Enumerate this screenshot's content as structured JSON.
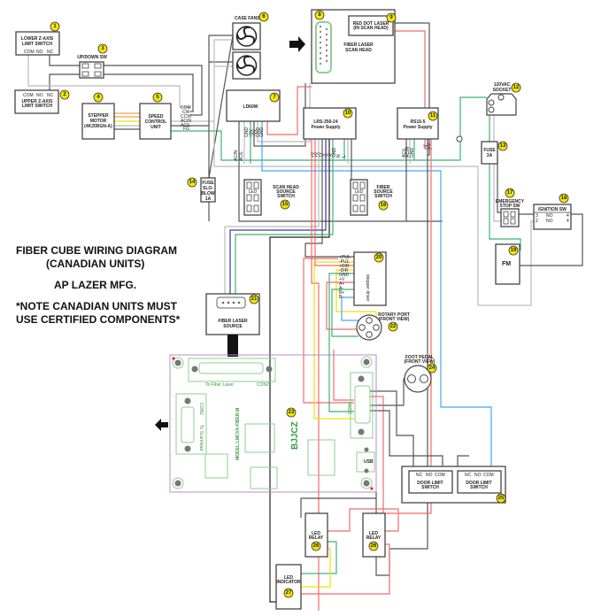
{
  "title": {
    "line1": "FIBER CUBE WIRING DIAGRAM",
    "line2": "(CANADIAN UNITS)",
    "line3": "AP LAZER MFG.",
    "line4": "*NOTE CANADIAN UNITS MUST",
    "line5": "USE CERTIFIED COMPONENTS*"
  },
  "components": {
    "lower_limit": {
      "badge": "1",
      "line1": "LOWER Z-AXIS",
      "line2": "LIMIT SWITCH",
      "pins": [
        "COM",
        "NO",
        "NC"
      ]
    },
    "upper_limit": {
      "badge": "2",
      "line1": "UPPER Z-AXIS",
      "line2": "LIMIT SWITCH",
      "pins": [
        "COM",
        "NO",
        "NC"
      ]
    },
    "updown_sw": {
      "badge": "3",
      "label": "UP/DOWN SW"
    },
    "stepper": {
      "badge": "4",
      "line1": "STEPPER",
      "line2": "MOTOR",
      "line3": "(4K25RGN-A)"
    },
    "speed_control": {
      "badge": "5",
      "line1": "SPEED",
      "line2": "CONTROL",
      "line3": "UNIT",
      "pins": [
        "COM",
        "CW",
        "CCW",
        "AC/N",
        "AC/L",
        "FG"
      ]
    },
    "case_fans": {
      "badge": "6",
      "label": "CASE FANS"
    },
    "ld60w": {
      "badge": "7",
      "label": "LD60W",
      "pins": [
        "AC/N",
        "AC/L",
        "GND",
        "+5V",
        "+5V",
        "GND",
        "GND"
      ]
    },
    "scan_head": {
      "badge": "8",
      "line1": "FIBER LASER",
      "line2": "SCAN HEAD"
    },
    "red_dot": {
      "badge": "9",
      "line1": "RED DOT LASER",
      "line2": "(IN SCAN HEAD)"
    },
    "lrs": {
      "badge": "10",
      "line1": "LRS-350-24",
      "line2": "Power Supply",
      "pins": [
        "+V",
        "+V",
        "+V",
        "-V",
        "-V",
        "-V",
        "GND",
        "N",
        "L"
      ]
    },
    "rs15": {
      "badge": "11",
      "line1": "RS15-5",
      "line2": "Power Supply",
      "pins": [
        "AC/L",
        "AC/N",
        "GND",
        "-V",
        "+V"
      ]
    },
    "socket": {
      "badge": "12",
      "line1": "120VAC",
      "line2": "SOCKET"
    },
    "fuse3a": {
      "badge": "13",
      "line1": "FUSE",
      "line2": "3A"
    },
    "fuse1a": {
      "badge": "14",
      "line1": "FUSE",
      "line2": "SLO-",
      "line3": "BLOW",
      "line4": "1A"
    },
    "scan_switch": {
      "badge": "15",
      "led": "LED",
      "line1": "SCAN HEAD",
      "line2": "SOURCE",
      "line3": "SWITCH"
    },
    "fiber_switch": {
      "badge": "16",
      "led": "LED",
      "line1": "FIBER",
      "line2": "SOURCE",
      "line3": "SWITCH"
    },
    "estop": {
      "badge": "17",
      "line1": "EMERGENCY",
      "line2": "STOP SW"
    },
    "ignition": {
      "badge": "18",
      "label": "IGNITION SW",
      "row1": [
        "3",
        "NO",
        "4"
      ],
      "row2": [
        "2",
        "NO",
        "4"
      ]
    },
    "fm": {
      "badge": "19",
      "label": "FM"
    },
    "driver": {
      "badge": "20",
      "label": "stepper driver",
      "pins": [
        "+PUL",
        "-PUL",
        "+DIR",
        "-DIR",
        "GND",
        "+V",
        "A+",
        "A-",
        "B+",
        "B-"
      ]
    },
    "laser_source": {
      "badge": "21",
      "line1": "FIBER LASER",
      "line2": "SOURCE"
    },
    "rotary": {
      "badge": "22",
      "line1": "ROTARY PORT",
      "line2": "(FRONT VIEW)"
    },
    "board": {
      "badge": "23",
      "brand": "BJJCZ",
      "con2": "CON2",
      "to_fiber": "To Fiber Laser",
      "con1": "CON1",
      "to_scan": "To Scanhead",
      "con4": "CON4",
      "usb": "USB",
      "model": "MODEL:LMCV4-FIBER-M"
    },
    "foot_pedal": {
      "badge": "24",
      "line1": "FOOT PEDAL",
      "line2": "(FRONT VIEW)"
    },
    "door": {
      "badge": "25",
      "line1": "DOOR LIMIT",
      "line2": "SWITCH",
      "pins": [
        "NC",
        "NO",
        "COM"
      ]
    },
    "relay": {
      "badge": "26",
      "line1": "LED",
      "line2": "RELAY"
    },
    "led_indicator": {
      "badge": "27",
      "line1": "LED",
      "line2": "INDICATOR"
    }
  }
}
